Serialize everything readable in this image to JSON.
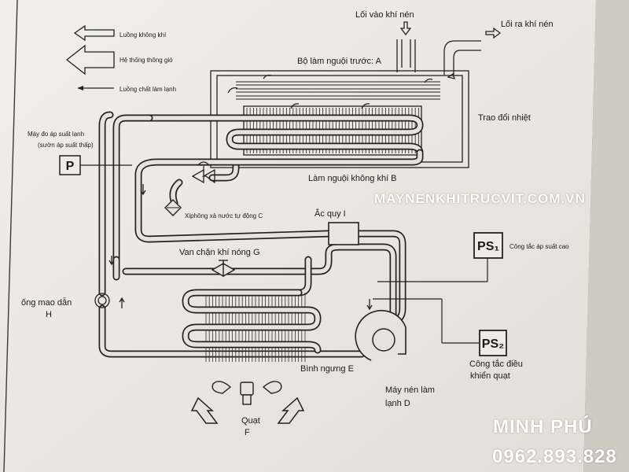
{
  "legend": {
    "airflow": "Luồng không khí",
    "ventilation": "Hệ thống thông gió",
    "refrigerant": "Luồng chất làm lạnh"
  },
  "labels": {
    "air_inlet": "Lối vào khí nén",
    "air_outlet": "Lối ra khí nén",
    "precooler": "Bộ làm nguội trước: A",
    "heat_exchange": "Trao đổi nhiệt",
    "air_cooler": "Làm nguội không khí B",
    "gauge_title": "Máy đo áp suất lạnh",
    "gauge_sub": "(sườn áp suất thấp)",
    "gauge_letter": "P",
    "drain": "Xiphông xả nước tự động C",
    "accumulator": "Ắc quy I",
    "hotgas_valve": "Van chặn khí nóng G",
    "capillary_1": "ống mao dẫn",
    "capillary_2": "H",
    "condenser": "Bình ngưng E",
    "compressor_1": "Máy nén làm",
    "compressor_2": "lạnh D",
    "fan_1": "Quạt",
    "fan_2": "F",
    "ps1_box": "PS₁",
    "ps1_text": "Công tắc áp suất cao",
    "ps2_box": "PS₂",
    "ps2_text_1": "Công tắc điều",
    "ps2_text_2": "khiển quạt"
  },
  "watermark": {
    "site": "MAYNENKHITRUCVIT.COM.VN",
    "brand": "MINH PHÚ",
    "phone": "0962.893.828"
  }
}
